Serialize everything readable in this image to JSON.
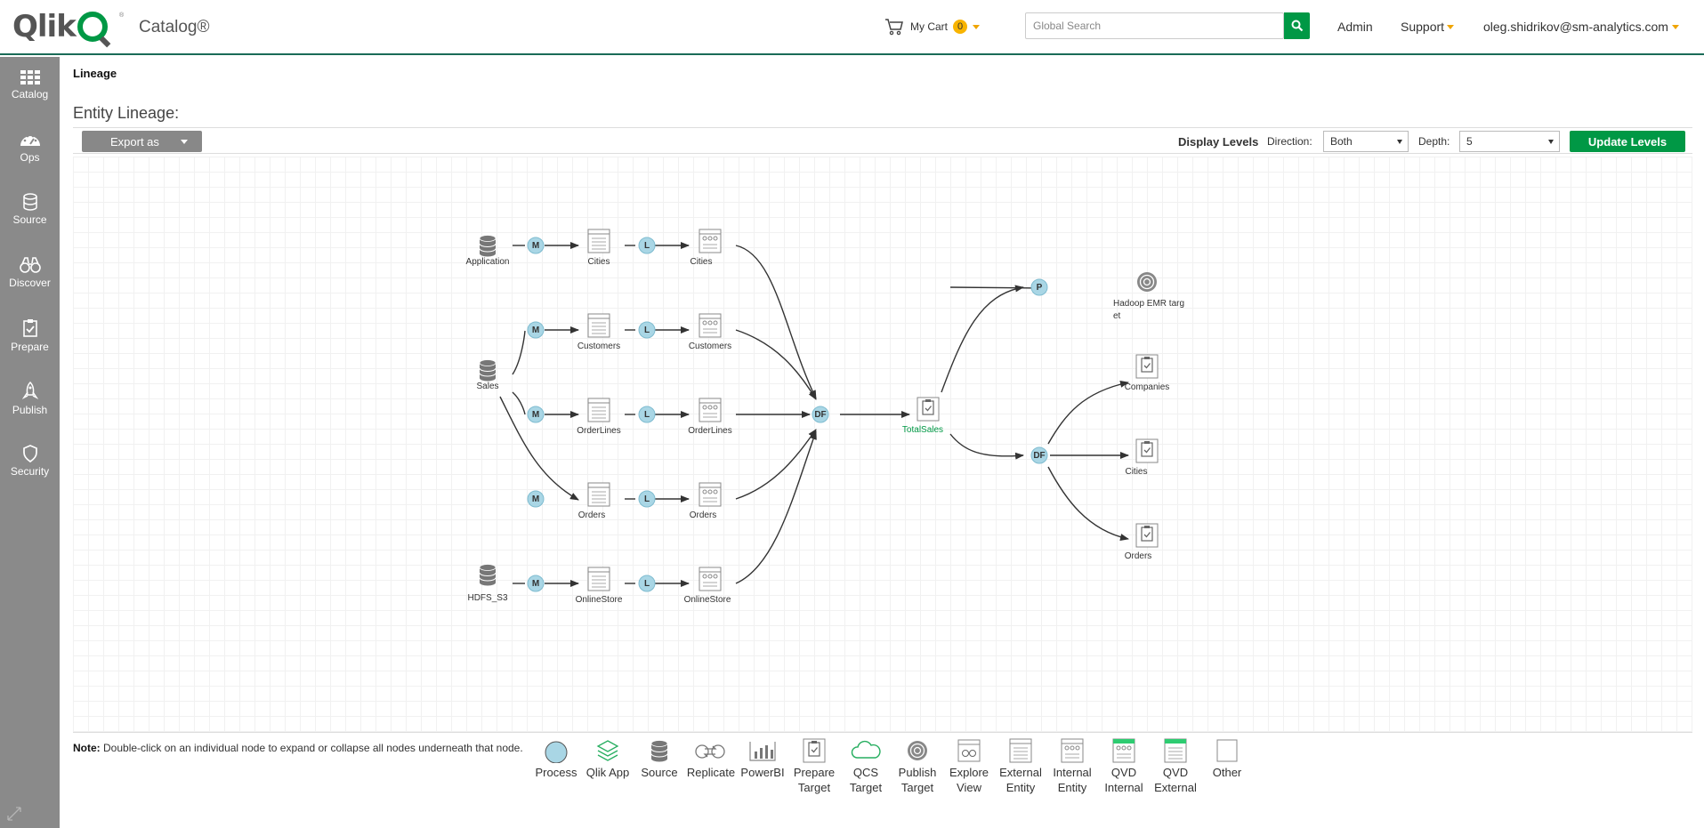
{
  "header": {
    "logo_text": "Qlik",
    "logo_reg": "®",
    "app_title": "Catalog®",
    "cart_label": "My Cart",
    "cart_count": "0",
    "search_placeholder": "Global Search",
    "nav": {
      "admin": "Admin",
      "support": "Support",
      "user": "oleg.shidrikov@sm-analytics.com"
    }
  },
  "sidebar": {
    "items": [
      {
        "label": "Catalog",
        "icon": "grid-icon"
      },
      {
        "label": "Ops",
        "icon": "gauge-icon"
      },
      {
        "label": "Source",
        "icon": "database-icon"
      },
      {
        "label": "Discover",
        "icon": "binoculars-icon"
      },
      {
        "label": "Prepare",
        "icon": "clipboard-icon"
      },
      {
        "label": "Publish",
        "icon": "rocket-icon"
      },
      {
        "label": "Security",
        "icon": "shield-icon"
      }
    ]
  },
  "main": {
    "breadcrumb": "Lineage",
    "title": "Entity Lineage:",
    "toolbar": {
      "export_label": "Export as",
      "display_levels": "Display Levels",
      "direction_label": "Direction:",
      "direction_value": "Both",
      "depth_label": "Depth:",
      "depth_value": "5",
      "update_label": "Update Levels"
    }
  },
  "graph": {
    "nodes": {
      "application": "Application",
      "sales": "Sales",
      "hdfs": "HDFS_S3",
      "cities1": "Cities",
      "cities2": "Cities",
      "customers1": "Customers",
      "customers2": "Customers",
      "orderlines1": "OrderLines",
      "orderlines2": "OrderLines",
      "orders1": "Orders",
      "orders2": "Orders",
      "onlinestore1": "OnlineStore",
      "onlinestore2": "OnlineStore",
      "totalsales": "TotalSales",
      "hadoop1": "Hadoop EMR targ",
      "hadoop2": "et",
      "companies": "Companies",
      "cities3": "Cities",
      "orders3": "Orders"
    },
    "process": {
      "m": "M",
      "l": "L",
      "df": "DF",
      "p": "P"
    },
    "colors": {
      "process_fill": "#a9d6e5",
      "highlight": "#009845"
    }
  },
  "note": {
    "label": "Note:",
    "text": " Double-click on an individual node to expand or collapse all nodes underneath that node."
  },
  "legend": [
    {
      "line1": "Process",
      "line2": "",
      "icon": "process-icon"
    },
    {
      "line1": "Qlik App",
      "line2": "",
      "icon": "layers-icon"
    },
    {
      "line1": "Source",
      "line2": "",
      "icon": "database-icon"
    },
    {
      "line1": "Replicate",
      "line2": "",
      "icon": "replicate-icon"
    },
    {
      "line1": "PowerBI",
      "line2": "",
      "icon": "bar-chart-icon"
    },
    {
      "line1": "Prepare",
      "line2": "Target",
      "icon": "clipboard-icon"
    },
    {
      "line1": "QCS",
      "line2": "Target",
      "icon": "cloud-icon"
    },
    {
      "line1": "Publish",
      "line2": "Target",
      "icon": "target-icon"
    },
    {
      "line1": "Explore",
      "line2": "View",
      "icon": "binoculars-icon"
    },
    {
      "line1": "External",
      "line2": "Entity",
      "icon": "table-icon"
    },
    {
      "line1": "Internal",
      "line2": "Entity",
      "icon": "internal-table-icon"
    },
    {
      "line1": "QVD",
      "line2": "Internal",
      "icon": "qvd-internal-icon"
    },
    {
      "line1": "QVD",
      "line2": "External",
      "icon": "qvd-external-icon"
    },
    {
      "line1": "Other",
      "line2": "",
      "icon": "square-icon"
    }
  ]
}
